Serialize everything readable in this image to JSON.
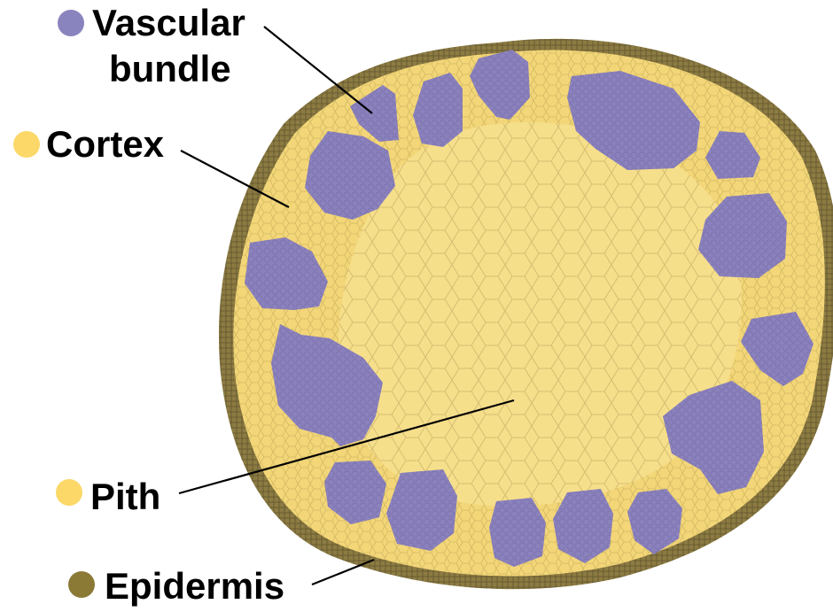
{
  "labels": {
    "vascular_line1": "Vascular",
    "vascular_line2": "bundle",
    "cortex": "Cortex",
    "pith": "Pith",
    "epidermis": "Epidermis"
  },
  "colors": {
    "vascular_bundle": "#8b82bd",
    "cortex": "#f3d678",
    "pith": "#f6df8b",
    "epidermis": "#8f7d3e",
    "legend_vascular": "#8a84be",
    "legend_cortex": "#fbd868",
    "legend_pith": "#fbd868",
    "legend_epidermis": "#8b7a36"
  }
}
